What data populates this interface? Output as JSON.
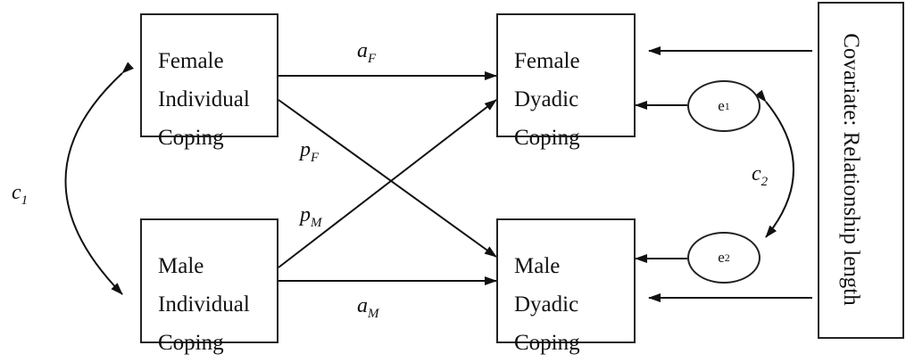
{
  "boxes": {
    "female_individual": [
      "Female",
      "Individual",
      "Coping"
    ],
    "male_individual": [
      "Male",
      "Individual",
      "Coping"
    ],
    "female_dyadic": [
      "Female",
      "Dyadic",
      "Coping"
    ],
    "male_dyadic": [
      "Male",
      "Dyadic",
      "Coping"
    ]
  },
  "errors": {
    "e1": {
      "base": "e",
      "sub": "1"
    },
    "e2": {
      "base": "e",
      "sub": "2"
    }
  },
  "paths": {
    "a_f": {
      "base": "a",
      "sub": "F"
    },
    "a_m": {
      "base": "a",
      "sub": "M"
    },
    "p_f": {
      "base": "p",
      "sub": "F"
    },
    "p_m": {
      "base": "p",
      "sub": "M"
    },
    "c1": {
      "base": "c",
      "sub": "1"
    },
    "c2": {
      "base": "c",
      "sub": "2"
    }
  },
  "covariate": "Covariate: Relationship length"
}
